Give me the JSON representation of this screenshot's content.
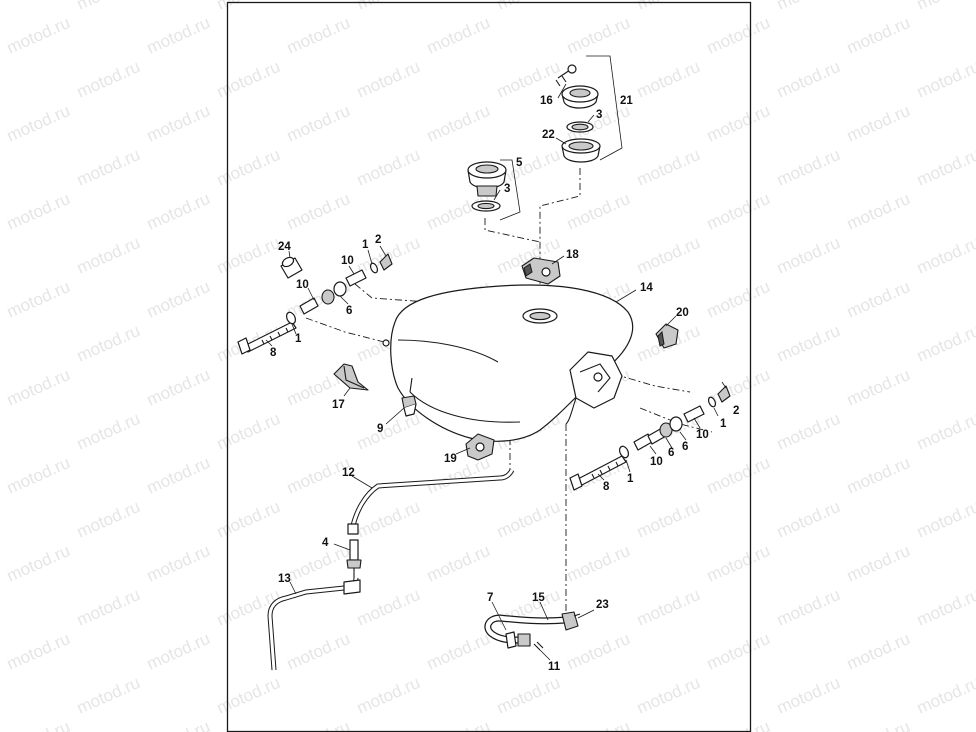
{
  "watermark": "motod.ru",
  "colors": {
    "line": "#1a1a1a",
    "watermark": "#cfcfcf",
    "background": "#ffffff"
  },
  "callouts": {
    "c1a": "1",
    "c1b": "1",
    "c1c": "1",
    "c1d": "1",
    "c2a": "2",
    "c2b": "2",
    "c3a": "3",
    "c3b": "3",
    "c4": "4",
    "c5": "5",
    "c6a": "6",
    "c6b": "6",
    "c6c": "6",
    "c7": "7",
    "c8a": "8",
    "c8b": "8",
    "c9": "9",
    "c10a": "10",
    "c10b": "10",
    "c10c": "10",
    "c10d": "10",
    "c11": "11",
    "c12": "12",
    "c13": "13",
    "c14": "14",
    "c15": "15",
    "c16": "16",
    "c17": "17",
    "c18": "18",
    "c19": "19",
    "c20": "20",
    "c21": "21",
    "c22": "22",
    "c23": "23",
    "c24": "24"
  }
}
